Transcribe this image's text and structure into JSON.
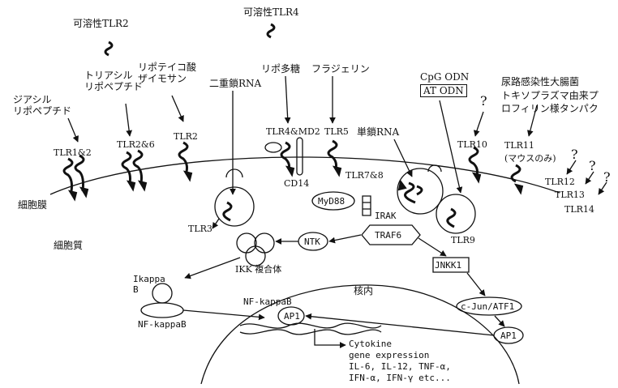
{
  "labels": {
    "soluble_tlr2": "可溶性TLR2",
    "soluble_tlr4": "可溶性TLR4",
    "triacyl": "トリアシル\nリポペプチド",
    "diacyl": "ジアシル\nリポペプチド",
    "lipoteichoic": "リポテイコ酸\nザイモサン",
    "dsrna": "二重鎖RNA",
    "lps": "リポ多糖",
    "flagellin": "フラジェリン",
    "cpg": "CpG ODN",
    "at_odn": "AT ODN",
    "ssrna": "単鎖RNA",
    "uropathogenic": "尿路感染性大腸菌",
    "toxo": "トキソプラズマ由来プ\nロフィリン様タンパク",
    "tlr1_2": "TLR1&2",
    "tlr2_6": "TLR2&6",
    "tlr2": "TLR2",
    "tlr4_md2": "TLR4&MD2",
    "tlr5": "TLR5",
    "tlr7_8": "TLR7&8",
    "tlr10": "TLR10",
    "tlr11": "TLR11\n(マウスのみ)",
    "tlr12": "TLR12",
    "tlr13": "TLR13",
    "tlr14": "TLR14",
    "cd14": "CD14",
    "membrane": "細胞膜",
    "cytoplasm": "細胞質",
    "tlr3": "TLR3",
    "tlr9": "TLR9",
    "myd88": "MyD88",
    "irak": "IRAK",
    "traf6": "TRAF6",
    "ntk": "NTK",
    "ikk": "IKK 複合体",
    "jnkk1": "JNKK1",
    "cjun": "c-Jun/ATF1",
    "ap1_out": "AP1",
    "ikappa": "Ikappa\nB",
    "nfkb_cyto": "NF-kappaB",
    "nucleus": "核内",
    "nfkb_nuc": "NF-kappaB",
    "ap1_nuc": "AP1",
    "cytokine": "Cytokine\ngene expression\nIL-6, IL-12, TNF-α,\nIFN-α, IFN-γ etc...",
    "q": "?"
  }
}
